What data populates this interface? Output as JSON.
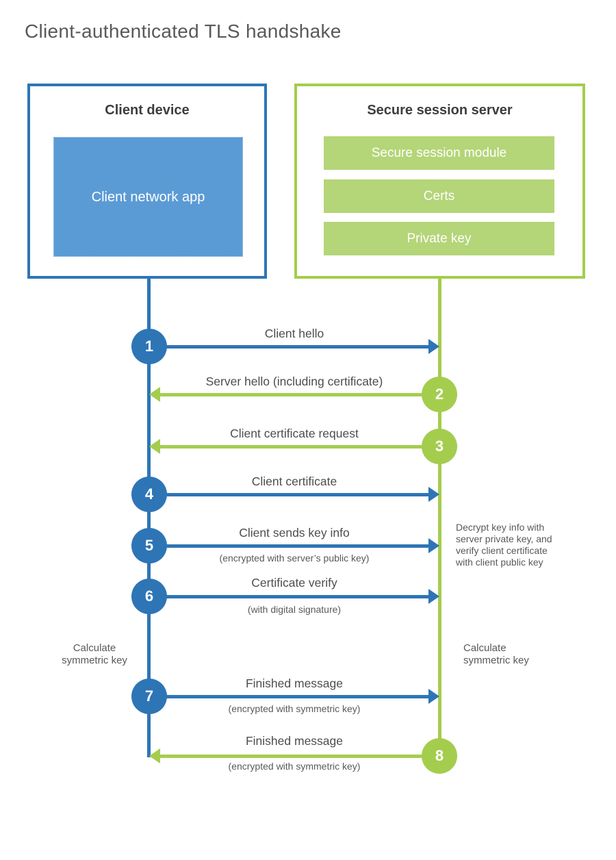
{
  "title": "Client-authenticated TLS handshake",
  "colors": {
    "blue": "#2e75b6",
    "blue_fill": "#5b9bd5",
    "green": "#a4cd4e",
    "green_fill": "#b4d578",
    "text_dark": "#3d3d3d",
    "text_label": "#4d4d4d",
    "text_sub": "#595959"
  },
  "client_box": {
    "heading": "Client device",
    "app_label": "Client network app"
  },
  "server_box": {
    "heading": "Secure session server",
    "modules": [
      "Secure session module",
      "Certs",
      "Private key"
    ]
  },
  "messages": [
    {
      "step": "1",
      "label": "Client hello",
      "sub": "",
      "direction": "client-to-server"
    },
    {
      "step": "2",
      "label": "Server hello (including certificate)",
      "sub": "",
      "direction": "server-to-client"
    },
    {
      "step": "3",
      "label": "Client certificate request",
      "sub": "",
      "direction": "server-to-client"
    },
    {
      "step": "4",
      "label": "Client certificate",
      "sub": "",
      "direction": "client-to-server"
    },
    {
      "step": "5",
      "label": "Client sends key info",
      "sub": "(encrypted with server’s public key)",
      "direction": "client-to-server"
    },
    {
      "step": "6",
      "label": "Certificate verify",
      "sub": "(with digital signature)",
      "direction": "client-to-server"
    },
    {
      "step": "7",
      "label": "Finished message",
      "sub": "(encrypted with symmetric key)",
      "direction": "client-to-server"
    },
    {
      "step": "8",
      "label": "Finished message",
      "sub": "(encrypted with symmetric key)",
      "direction": "server-to-client"
    }
  ],
  "notes": {
    "decrypt": "Decrypt key info with server private key, and verify client certificate with client public key",
    "calc_left": "Calculate symmetric key",
    "calc_right": "Calculate symmetric key"
  }
}
